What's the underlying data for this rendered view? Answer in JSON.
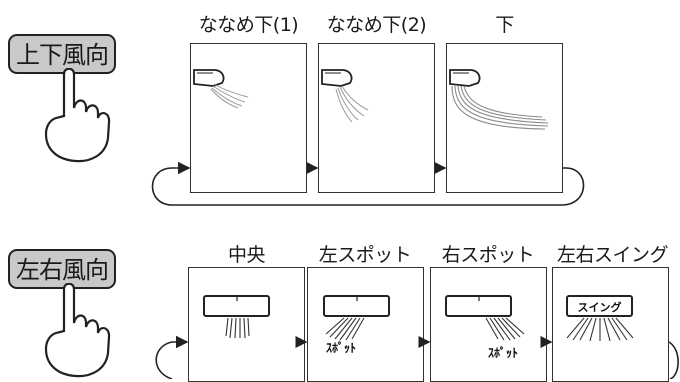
{
  "buttons": {
    "vertical": "上下風向",
    "horizontal": "左右風向"
  },
  "vertical_modes": [
    {
      "label": "ななめ下(1)"
    },
    {
      "label": "ななめ下(2)"
    },
    {
      "label": "下"
    }
  ],
  "horizontal_modes": [
    {
      "label": "中央"
    },
    {
      "label": "左スポット",
      "tag": "ｽﾎﾟｯﾄ"
    },
    {
      "label": "右スポット",
      "tag": "ｽﾎﾟｯﾄ"
    },
    {
      "label": "左右スイング",
      "unit_text": "スイング"
    }
  ]
}
